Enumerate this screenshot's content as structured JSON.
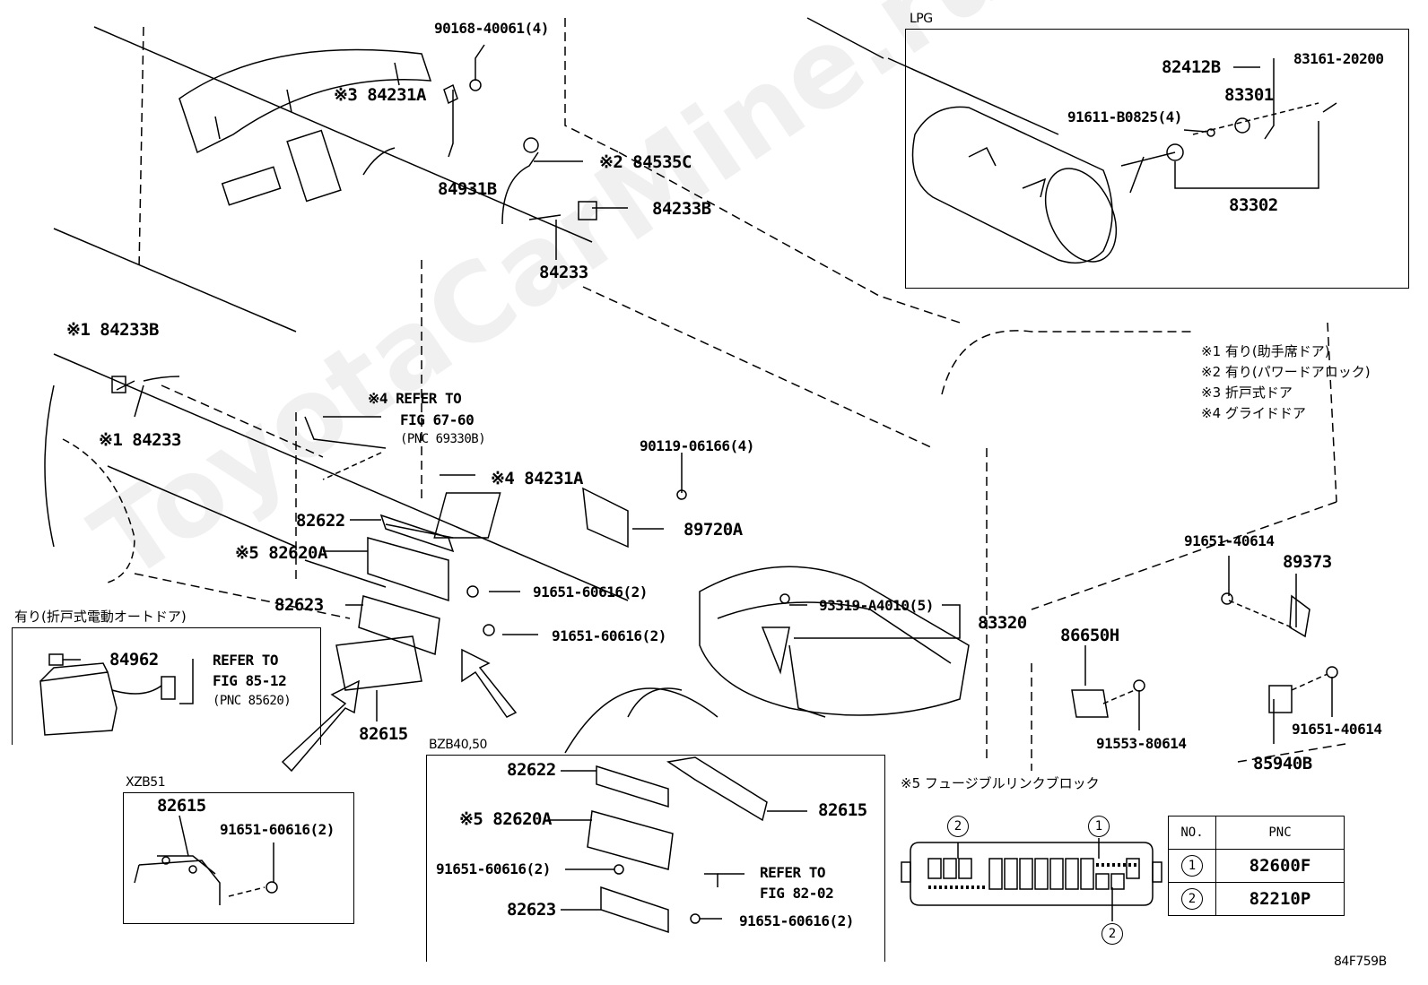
{
  "watermark": "ToyotaCarMine.ru",
  "diagram_code": "84F759B",
  "labels": {
    "p90168": "90168-40061(4)",
    "p84231A_3": "※3 84231A",
    "p84931B": "84931B",
    "p84535C": "※2 84535C",
    "p84233B_top": "84233B",
    "p84233_top": "84233",
    "p84233B_1": "※1 84233B",
    "p84233_1": "※1 84233",
    "refer_67": "※4 REFER TO",
    "refer_67_fig": "FIG 67-60",
    "refer_67_pnc": "(PNC 69330B)",
    "p84231A_4": "※4 84231A",
    "p90119": "90119-06166(4)",
    "p82622": "82622",
    "p82620A": "※5 82620A",
    "p89720A": "89720A",
    "p82623": "82623",
    "p91651_a": "91651-60616(2)",
    "p91651_b": "91651-60616(2)",
    "p82615": "82615",
    "p93319": "93319-A4010(5)",
    "p83320": "83320",
    "p91651_40614_top": "91651-40614",
    "p89373": "89373",
    "p86650H": "86650H",
    "p91553": "91553-80614",
    "p91651_40614_bot": "91651-40614",
    "p85940B": "85940B"
  },
  "notes": [
    "※1 有り(助手席ドア)",
    "※2 有り(パワードアロック)",
    "※3 折戸式ドア",
    "※4 グライドドア"
  ],
  "lpg_box": {
    "title": "LPG",
    "p82412B": "82412B",
    "p83161": "83161-20200",
    "p83301": "83301",
    "p91611": "91611-B0825(4)",
    "p83302": "83302"
  },
  "auto_door_box": {
    "title": "有り(折戸式電動オートドア)",
    "p84962": "84962",
    "refer": "REFER TO",
    "refer_fig": "FIG 85-12",
    "refer_pnc": "(PNC 85620)"
  },
  "xzb_box": {
    "title": "XZB51",
    "p82615": "82615",
    "p91651": "91651-60616(2)"
  },
  "bzb_box": {
    "title": "BZB40,50",
    "p82622": "82622",
    "p82615": "82615",
    "p82620A": "※5 82620A",
    "p91651_a": "91651-60616(2)",
    "refer": "REFER TO",
    "refer_fig": "FIG 82-02",
    "p82623": "82623",
    "p91651_b": "91651-60616(2)"
  },
  "fuse_box": {
    "title": "※5 フュージブルリンクブロック",
    "marker_2_top": "2",
    "marker_1_top": "1",
    "marker_2_bot": "2"
  },
  "legend": {
    "col1": "NO.",
    "col2": "PNC",
    "rows": [
      {
        "no": "1",
        "pnc": "82600F"
      },
      {
        "no": "2",
        "pnc": "82210P"
      }
    ]
  }
}
